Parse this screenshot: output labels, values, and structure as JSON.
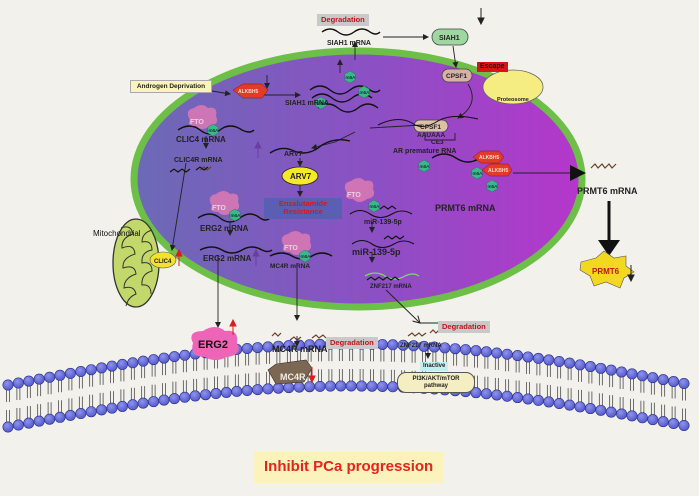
{
  "labels": {
    "degradation": "Degradation",
    "siah1_mrna": "SIAH1 mRNA",
    "siah1": "SIAH1",
    "cpsf1": "CPSF1",
    "escape": "Escape",
    "proteosome": "Proteosome",
    "androgen_deprivation": "Androgen Deprivation",
    "alkbh5": "ALKBH5",
    "fto": "FTO",
    "m6a": "m6A",
    "clic4_mrna": "CLIC4 mRNA",
    "clic4r_mrna": "CLIC4R mRNA",
    "clic4": "CLIC4",
    "arv7_mrna": "ARV7",
    "arv7_protein": "ARV7",
    "enzalutamide_resistance": "Enzalutamide Resistance",
    "aauaaa": "AAUAAA",
    "ce3": "CE3",
    "ar_premature_rna": "AR premature RNA",
    "prmt6_mrna": "PRMT6 mRNA",
    "prmt6": "PRMT6",
    "erg2_mrna": "ERG2 mRNA",
    "erg2": "ERG2",
    "mir139": "miR-139-5p",
    "mc4r_mrna": "MC4R mRNA",
    "mc4r": "MC4R",
    "znf217_mrna": "ZNF217 mRNA",
    "inactive": "Inactive",
    "pathway": "PI3K/AKT/mTOR pathway",
    "mitochondrial": "Mitochondrial",
    "inhibit": "Inhibit PCa progression"
  },
  "colors": {
    "background": "#f2f1ec",
    "membrane": "#6dbf48",
    "cell_left": "#6f69b6",
    "cell_right": "#b235c8",
    "lipid_head": "#6a6fd6",
    "fto": "#d277b2",
    "m6a": "#3ab78d",
    "alkbh5": "#e23f2c",
    "arrow_up_red": "#d81e1e",
    "arrow_up_purple": "#6a3ea1",
    "degradation_text": "#c3141b"
  },
  "icons": [
    "up-arrow-icon",
    "down-arrow-icon",
    "mitochondrion-icon",
    "proteosome-icon"
  ]
}
